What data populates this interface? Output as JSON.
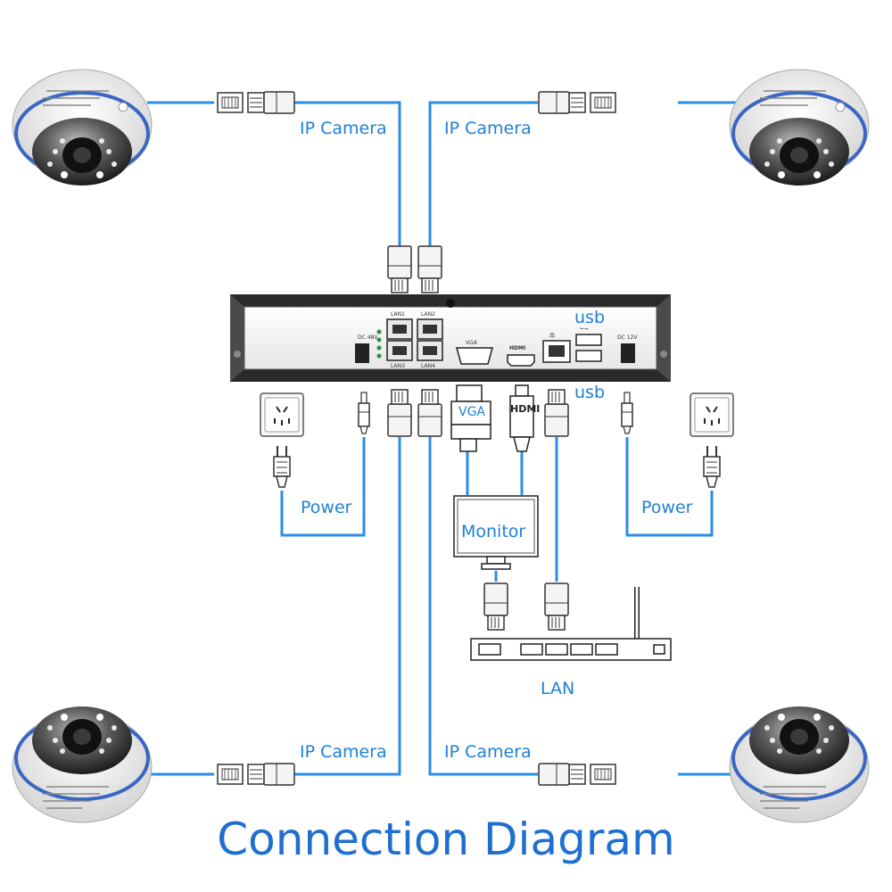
{
  "labels": {
    "ip_camera_tl": "IP Camera",
    "ip_camera_tr": "IP Camera",
    "ip_camera_bl": "IP Camera",
    "ip_camera_br": "IP Camera",
    "power_left": "Power",
    "power_right": "Power",
    "monitor": "Monitor",
    "lan": "LAN",
    "vga": "VGA",
    "hdmi": "HDMI",
    "usb_top": "usb",
    "usb_bottom": "usb",
    "title": "Connection Diagram"
  },
  "nvr_panel": {
    "lan1": "LAN1",
    "lan2": "LAN2",
    "lan3": "LAN3",
    "lan4": "LAN4",
    "vga": "VGA",
    "hdmi": "HDMI",
    "dc48": "DC 48V",
    "dc12": "DC 12V"
  },
  "colors": {
    "wire": "#2b8ee6",
    "label": "#1f7fd6",
    "title": "#1f6fd0",
    "camera_ring": "#3a66c4"
  }
}
